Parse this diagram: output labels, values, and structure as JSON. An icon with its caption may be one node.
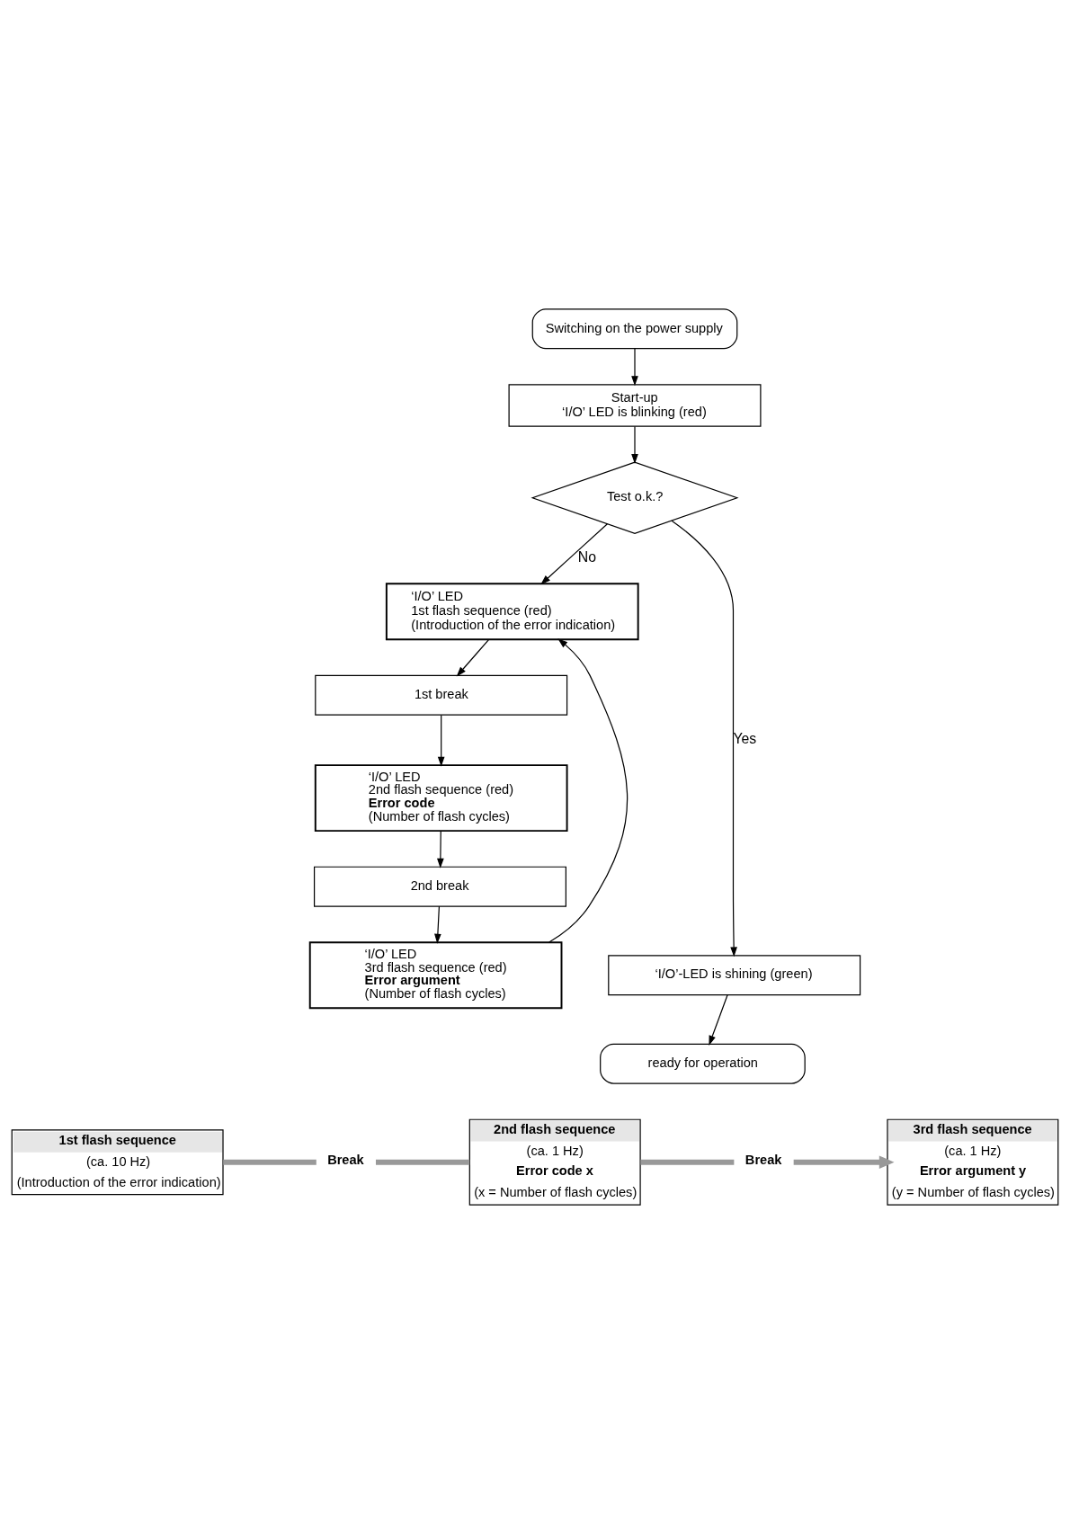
{
  "diagram": {
    "nodes": [
      {
        "text": [
          "Switching on the power supply"
        ]
      },
      {
        "text": [
          "Start-up",
          "‘I/O’ LED is blinking (red)"
        ]
      },
      {
        "text": [
          "Test o.k.?"
        ]
      },
      {
        "text": [
          "‘I/O’ LED",
          "1st flash sequence (red)",
          "(Introduction of the error indication)"
        ]
      },
      {
        "text": [
          "1st break"
        ]
      },
      {
        "text": [
          "‘I/O’ LED",
          "2nd flash sequence (red)",
          "Error code",
          "(Number of flash cycles)"
        ]
      },
      {
        "text": [
          "2nd break"
        ]
      },
      {
        "text": [
          "‘I/O’ LED",
          "3rd flash sequence (red)",
          "Error argument",
          "(Number of flash cycles)"
        ]
      },
      {
        "text": [
          "‘I/O’-LED is shining (green)"
        ]
      },
      {
        "text": [
          "ready for operation"
        ]
      },
      {
        "text": [
          "1st flash sequence",
          "(ca. 10 Hz)",
          "(Introduction of the error indication)"
        ]
      },
      {
        "text": [
          "Break"
        ]
      },
      {
        "text": [
          "2nd flash sequence",
          "(ca. 1 Hz)",
          "Error code x",
          "(x = Number of flash cycles)"
        ]
      },
      {
        "text": [
          "Break"
        ]
      },
      {
        "text": [
          "3rd flash sequence",
          "(ca. 1 Hz)",
          "Error argument y",
          "(y = Number of flash cycles)"
        ]
      }
    ],
    "edges": [
      {
        "from": 0,
        "to": 1,
        "arrow": "to"
      },
      {
        "from": 1,
        "to": 2,
        "arrow": "to"
      },
      {
        "from": 2,
        "to": 3,
        "label": "No",
        "arrow": "to"
      },
      {
        "from": 3,
        "to": 4,
        "arrow": "to"
      },
      {
        "from": 4,
        "to": 5,
        "arrow": "to"
      },
      {
        "from": 5,
        "to": 6,
        "arrow": "to"
      },
      {
        "from": 6,
        "to": 7,
        "arrow": "to"
      },
      {
        "from": 7,
        "to": 3,
        "arrow": "to"
      },
      {
        "from": 2,
        "to": 8,
        "label": "Yes",
        "arrow": "to"
      },
      {
        "from": 8,
        "to": 9,
        "arrow": "to"
      },
      {
        "from": 10,
        "to": 11,
        "arrow": "none",
        "style": "thick",
        "color": "#999999"
      },
      {
        "from": 11,
        "to": 12,
        "arrow": "none",
        "style": "thick",
        "color": "#999999"
      },
      {
        "from": 12,
        "to": 13,
        "arrow": "none",
        "style": "thick",
        "color": "#999999"
      },
      {
        "from": 13,
        "to": 14,
        "arrow": "to",
        "style": "thick",
        "color": "#999999"
      }
    ]
  }
}
